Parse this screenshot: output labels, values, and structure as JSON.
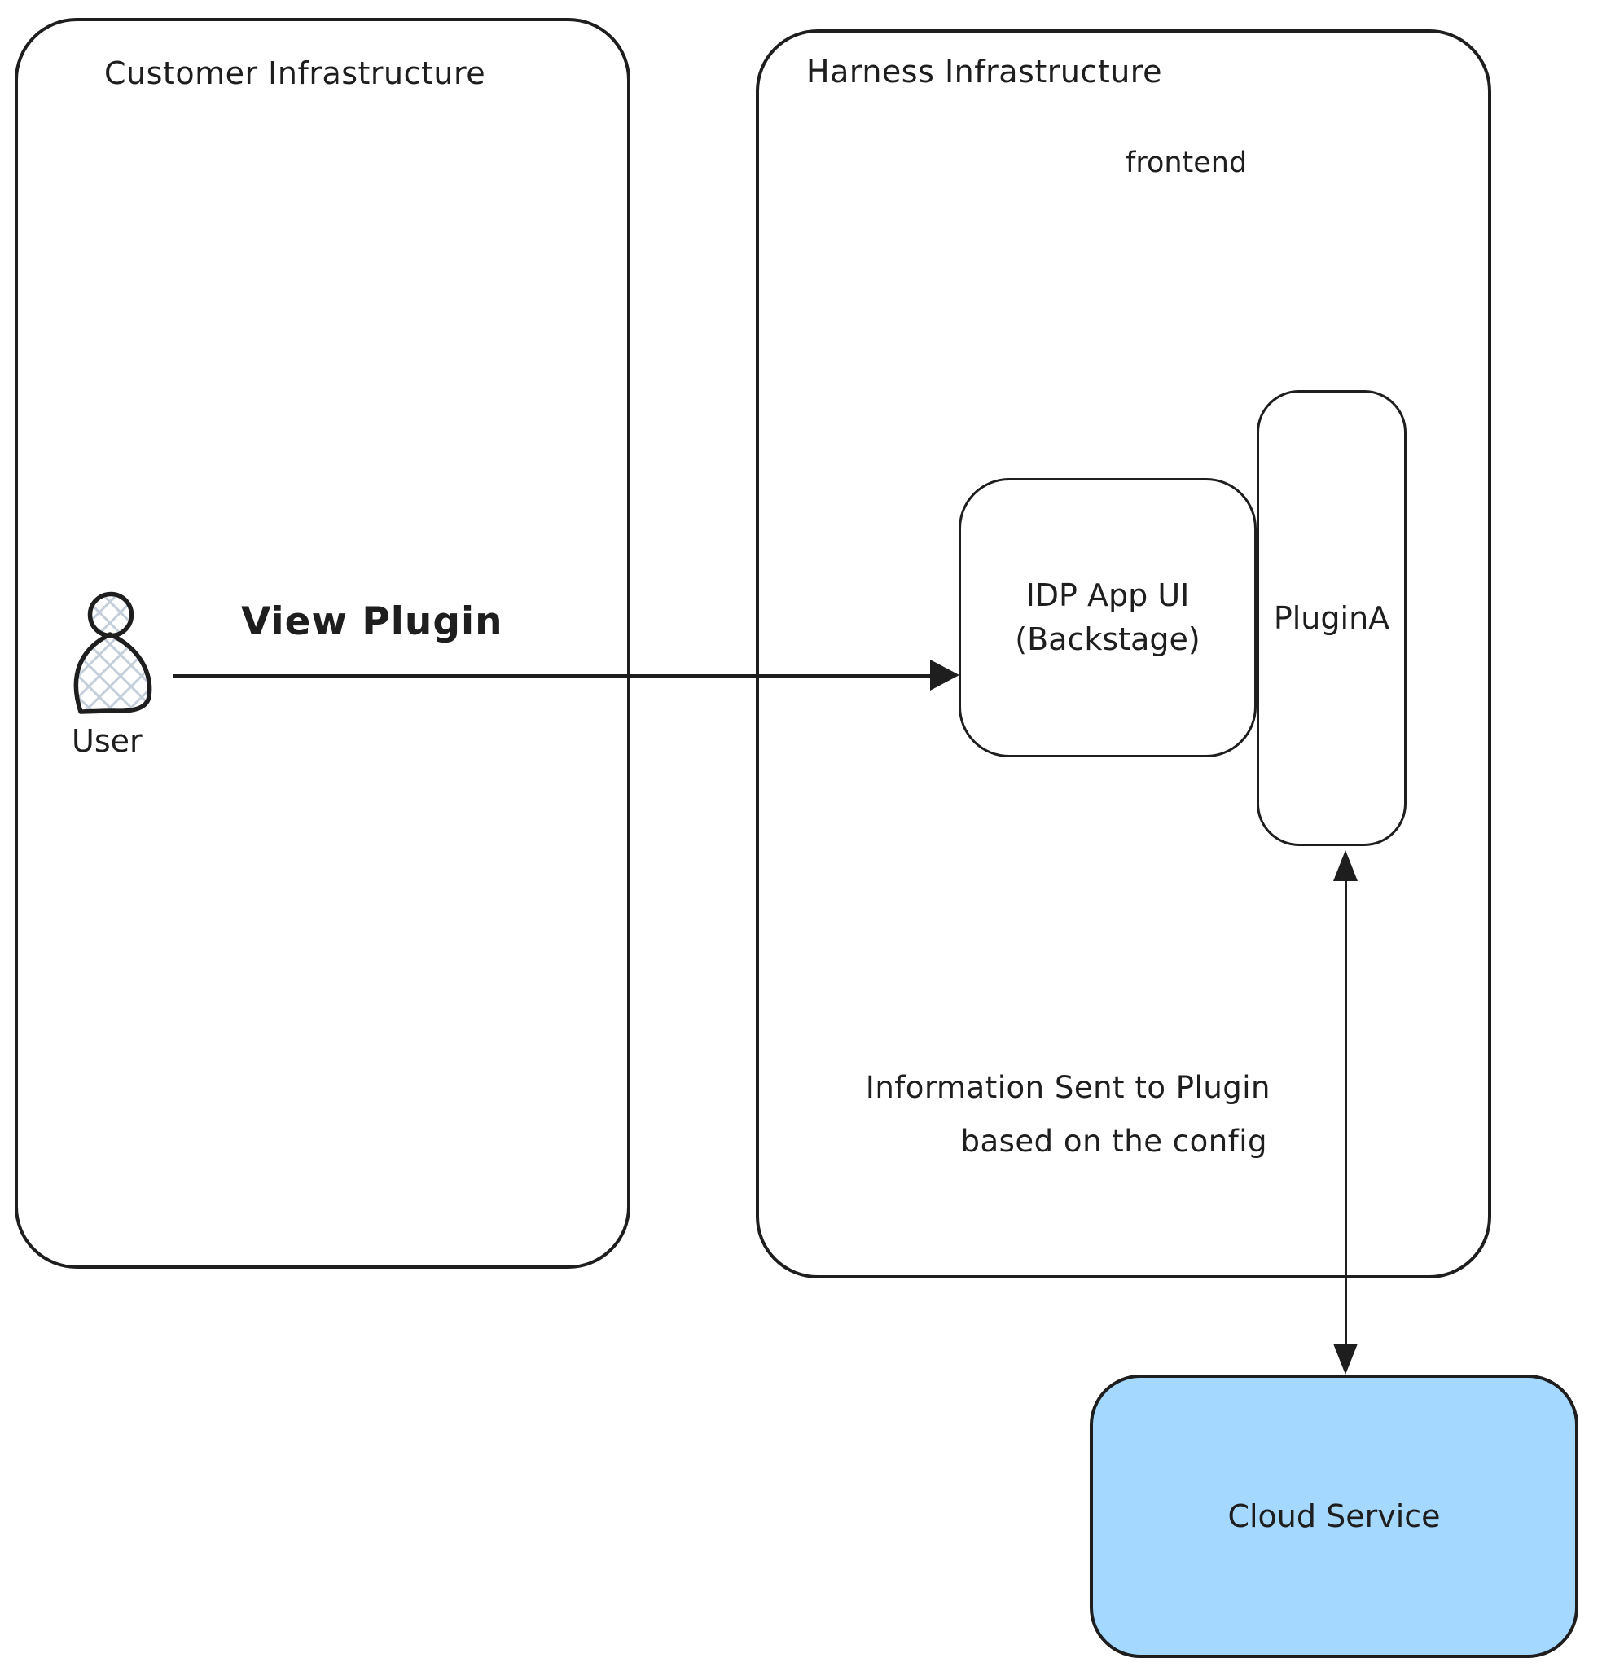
{
  "diagram": {
    "colors": {
      "stroke": "#1e1e1e",
      "cloud_fill": "#a5d8ff",
      "hatch": "#c5cfdb",
      "background": "#ffffff"
    },
    "customer_box": {
      "title": "Customer Infrastructure"
    },
    "harness_box": {
      "title": "Harness Infrastructure",
      "sublabel": "frontend"
    },
    "idp_box": {
      "line1": "IDP App UI",
      "line2": "(Backstage)"
    },
    "plugin_box": {
      "label": "PluginA"
    },
    "user": {
      "label": "User",
      "icon": "person-icon"
    },
    "view_plugin_arrow": {
      "label": "View Plugin"
    },
    "info_arrow": {
      "line1": "Information Sent to Plugin",
      "line2": "based on the config"
    },
    "cloud_box": {
      "label": "Cloud Service"
    }
  }
}
